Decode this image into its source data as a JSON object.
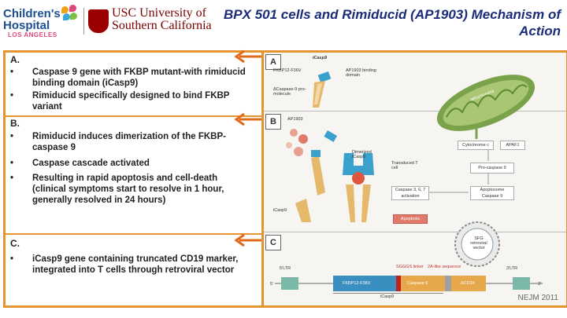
{
  "header": {
    "logo_chla_line1": "Children's",
    "logo_chla_line2": "Hospital",
    "logo_chla_line3": "LOS ANGELES",
    "logo_usc_line1": "USC University of",
    "logo_usc_line2": "Southern California",
    "title": "BPX 501 cells and Rimiducid (AP1903) Mechanism of Action"
  },
  "sections": [
    {
      "label": "A.",
      "bullets": [
        "Caspase 9 gene with FKBP mutant-with rimiducid binding domain (iCasp9)",
        "Rimiducid specifically designed  to bind FKBP variant"
      ]
    },
    {
      "label": "B.",
      "bullets": [
        "Rimiducid induces dimerization of the FKBP-caspase 9",
        "Caspase cascade activated",
        "Resulting in rapid apoptosis and cell-death (clinical symptoms start to resolve in 1 hour, generally resolved in 24 hours)"
      ]
    },
    {
      "label": "C.",
      "bullets": [
        "iCasp9 gene containing truncated CD19 marker, integrated into T cells through retroviral vector"
      ]
    }
  ],
  "bullet_glyph": "•",
  "figure": {
    "panel_a": "A",
    "panel_b": "B",
    "panel_c": "C",
    "icasp9": "iCasp9",
    "fkbp": "FKBP12-F36V",
    "ap1903_domain": "AP1903 binding domain",
    "caspase_pro": "ΔCaspase-9 pro-molecule",
    "mitochondria": "Mitochondria",
    "ap1903": "AP1903",
    "dimerized": "Dimerized iCasp9",
    "transduced": "Transduced T cell",
    "icasp9_b": "iCasp9",
    "cytochrome": "Cytochrome c",
    "apaf1": "APAF1",
    "procaspase": "Pro-caspase 9",
    "apoptosome": "Apoptosome Caspase 9",
    "caspase367": "Caspase 3, 6, 7 activation",
    "apoptosis": "Apoptosis",
    "sfg": "SFG retroviral vector",
    "ltr5": "5'LTR",
    "ltr3": "3'LTR",
    "sggs": "SGGGS linker",
    "twoa": "2A-like sequence",
    "fkbp_bar": "FKBP12-F36V",
    "casp9_bar": "Caspase 9",
    "cd19": "ΔCD19",
    "icasp9_c": "iCasp9",
    "prime5": "5'",
    "prime3": "3'"
  },
  "credit": "NEJM 2011",
  "colors": {
    "accent": "#e69432",
    "title": "#1a2c7a",
    "apoptosis": "#e07a6a"
  }
}
